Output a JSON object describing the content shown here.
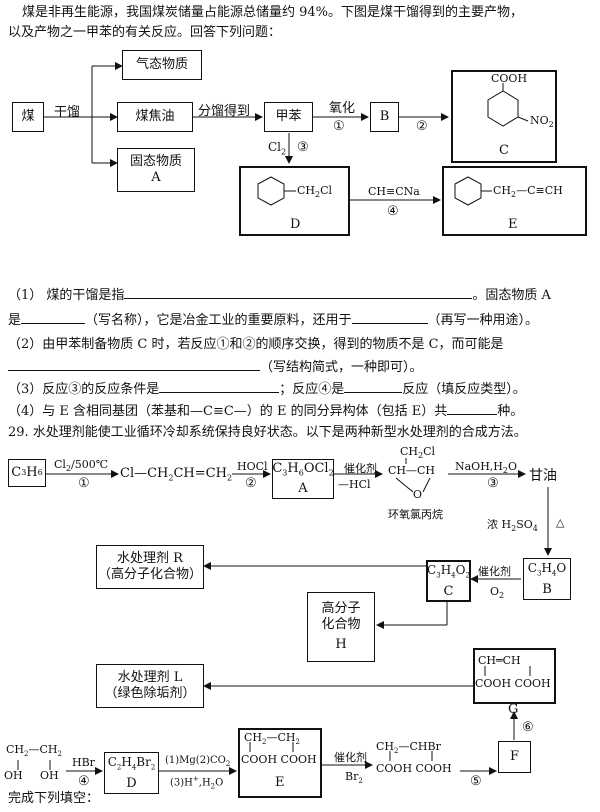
{
  "intro": {
    "line1": "煤是非再生能源，我国煤炭储量占能源总储量约 94%。下图是煤干馏得到的主要产物，",
    "line2": "以及产物之一甲苯的有关反应。回答下列问题："
  },
  "diagram1": {
    "coal": "煤",
    "dry_distill": "干馏",
    "gas": "气态物质",
    "tar": "煤焦油",
    "solid_line1": "固态物质",
    "solid_line2": "A",
    "fractionate": "分馏得到",
    "toluene": "甲苯",
    "oxidize": "氧化",
    "step1": "①",
    "B": "B",
    "step2": "②",
    "C_label": "C",
    "C_cooh": "COOH",
    "C_no2": "NO",
    "C_no2_sub": "2",
    "cl2": "Cl",
    "cl2_sub": "2",
    "step3": "③",
    "D_sub": "CH",
    "D_sub_2": "2",
    "D_sub_cl": "Cl",
    "D_label": "D",
    "reagent4": "CH≡CNa",
    "step4": "④",
    "E_sub": "CH",
    "E_sub_2": "2",
    "E_sub_tail": "—C≡CH",
    "E_label": "E"
  },
  "questions": {
    "q1a": "（1） 煤的干馏是指",
    "q1b": "。固态物质 A",
    "q1c": "是",
    "q1d": "（写名称），它是冶金工业的重要原料，还用于",
    "q1e": "（再写一种用途）。",
    "q2a": "（2）由甲苯制备物质 C 时，若反应①和②的顺序交换，得到的物质不是 C，而可能是",
    "q2b": "（写结构简式，一种即可）。",
    "q3a": "（3）反应③的反应条件是",
    "q3b": "；反应④是",
    "q3c": "反应（填反应类型）。",
    "q4a": "（4）与 E 含相同基团（苯基和—C≡C—）的 E 的同分异构体（包括 E）共",
    "q4b": "种。",
    "q29": "29.  水处理剂能使工业循环冷却系统保持良好状态。以下是两种新型水处理剂的合成方法。"
  },
  "diagram2": {
    "c3h6": "C",
    "c3h6_a": "3",
    "c3h6_b": "H",
    "c3h6_c": "6",
    "cl2_cond": "Cl",
    "cl2_cond_sub": "2",
    "cl2_cond_tail": "/500℃",
    "step1": "①",
    "allyl": "Cl—CH",
    "allyl_2": "2",
    "allyl_tail": "CH=CH",
    "allyl_tail_2": "2",
    "hocl": "HOCl",
    "step2": "②",
    "A_formula": "C",
    "A_f1": "3",
    "A_f2": "H",
    "A_f3": "6",
    "A_f4": "OCl",
    "A_f5": "2",
    "A_label": "A",
    "cat1": "催化剂",
    "minus_hcl": "—HCl",
    "epi_top": "CH",
    "epi_top_2": "2",
    "epi_top_cl": "Cl",
    "epi_mid": "CH",
    "epi_o": "O",
    "epi_name": "环氧氯丙烷",
    "naoh": "NaOH,H",
    "naoh_2": "2",
    "naoh_o": "O",
    "step3": "③",
    "glycerol": "甘油",
    "h2so4": "浓 H",
    "h2so4_2": "2",
    "h2so4_so": "SO",
    "h2so4_4": "4",
    "delta": "△",
    "R_line1": "水处理剂 R",
    "R_line2": "（高分子化合物）",
    "C_f": "C",
    "C_f1": "3",
    "C_f2": "H",
    "C_f3": "4",
    "C_f4": "O",
    "C_f5": "2",
    "C_label": "C",
    "cat2": "催化剂",
    "o2": "O",
    "o2_sub": "2",
    "B_f": "C",
    "B_f1": "3",
    "B_f2": "H",
    "B_f3": "4",
    "B_f4": "O",
    "B_label": "B",
    "H_line1": "高分子",
    "H_line2": "化合物",
    "H_label": "H",
    "G_top": "CH═CH",
    "G_bottom": "COOH COOH",
    "G_label": "G",
    "L_line1": "水处理剂 L",
    "L_line2": "（绿色除垢剂）",
    "step6": "⑥",
    "glycol_top": "CH",
    "glycol_top_2": "2",
    "glycol_mid": "—CH",
    "glycol_mid_2": "2",
    "glycol_oh1": "OH",
    "glycol_oh2": "OH",
    "hbr": "HBr",
    "step4": "④",
    "D_f": "C",
    "D_f1": "2",
    "D_f2": "H",
    "D_f3": "4",
    "D_f4": "Br",
    "D_f5": "2",
    "D_label": "D",
    "mg": "(1)Mg(2)CO",
    "mg_2": "2",
    "h_h2o": "(3)H",
    "h_plus": "+",
    "h_h2o_tail": ",H",
    "h_h2o_2": "2",
    "h_h2o_o": "O",
    "E_top": "CH",
    "E_top_2": "2",
    "E_top_tail": "—CH",
    "E_top_tail_2": "2",
    "E_bottom": "COOH COOH",
    "E_label": "E",
    "cat3": "催化剂",
    "br2": "Br",
    "br2_sub": "2",
    "brprod_top": "CH",
    "brprod_top_2": "2",
    "brprod_top_tail": "—CHBr",
    "brprod_bottom": "COOH COOH",
    "step5": "⑤",
    "F_label": "F"
  },
  "footer": "完成下列填空："
}
